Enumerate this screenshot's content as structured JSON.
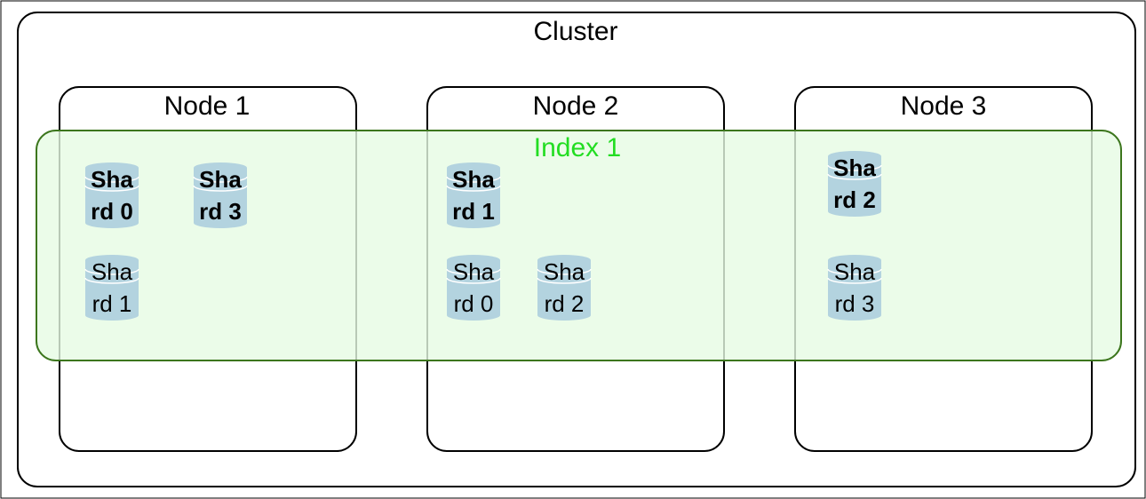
{
  "cluster": {
    "title": "Cluster"
  },
  "nodes": [
    {
      "title": "Node 1"
    },
    {
      "title": "Node 2"
    },
    {
      "title": "Node 3"
    }
  ],
  "index": {
    "title": "Index 1"
  },
  "shards": [
    {
      "node": 1,
      "line1": "Sha",
      "line2": "rd 0",
      "primary": true
    },
    {
      "node": 1,
      "line1": "Sha",
      "line2": "rd 3",
      "primary": true
    },
    {
      "node": 1,
      "line1": "Sha",
      "line2": "rd 1",
      "primary": false
    },
    {
      "node": 2,
      "line1": "Sha",
      "line2": "rd 1",
      "primary": true
    },
    {
      "node": 2,
      "line1": "Sha",
      "line2": "rd 0",
      "primary": false
    },
    {
      "node": 2,
      "line1": "Sha",
      "line2": "rd 2",
      "primary": false
    },
    {
      "node": 3,
      "line1": "Sha",
      "line2": "rd 2",
      "primary": true
    },
    {
      "node": 3,
      "line1": "Sha",
      "line2": "rd 3",
      "primary": false
    }
  ],
  "colors": {
    "stroke": "#000000",
    "index_fill": "#e6fbe3",
    "index_stroke": "#3c761d",
    "index_text": "#22dd22",
    "shard_fill": "#b3d3df",
    "text": "#000000"
  }
}
